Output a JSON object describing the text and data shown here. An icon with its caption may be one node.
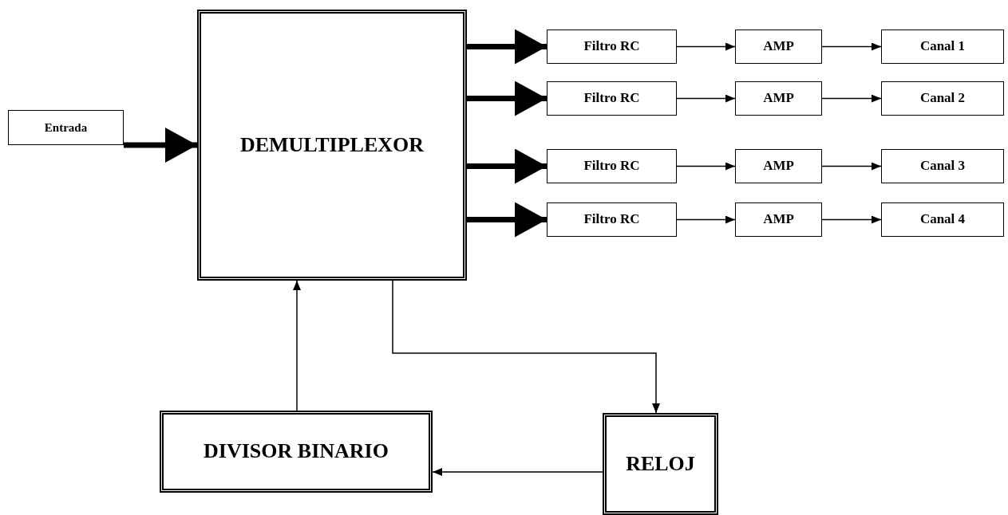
{
  "diagram": {
    "nodes": [
      {
        "text": [
          "Entrada"
        ]
      },
      {
        "text": [
          "DEMULTIPLEXOR"
        ]
      },
      {
        "text": [
          "Filtro RC"
        ]
      },
      {
        "text": [
          "AMP"
        ]
      },
      {
        "text": [
          "Canal 1"
        ]
      },
      {
        "text": [
          "Filtro RC"
        ]
      },
      {
        "text": [
          "AMP"
        ]
      },
      {
        "text": [
          "Canal 2"
        ]
      },
      {
        "text": [
          "Filtro RC"
        ]
      },
      {
        "text": [
          "AMP"
        ]
      },
      {
        "text": [
          "Canal 3"
        ]
      },
      {
        "text": [
          "Filtro RC"
        ]
      },
      {
        "text": [
          "AMP"
        ]
      },
      {
        "text": [
          "Canal 4"
        ]
      },
      {
        "text": [
          "DIVISOR BINARIO"
        ]
      },
      {
        "text": [
          "RELOJ"
        ]
      }
    ],
    "edges": [
      {
        "from": 0,
        "to": 1,
        "arrow": "to",
        "style": "thick"
      },
      {
        "from": 1,
        "to": 2,
        "arrow": "to",
        "style": "thick"
      },
      {
        "from": 2,
        "to": 3,
        "arrow": "to"
      },
      {
        "from": 3,
        "to": 4,
        "arrow": "to"
      },
      {
        "from": 1,
        "to": 5,
        "arrow": "to",
        "style": "thick"
      },
      {
        "from": 5,
        "to": 6,
        "arrow": "to"
      },
      {
        "from": 6,
        "to": 7,
        "arrow": "to"
      },
      {
        "from": 1,
        "to": 8,
        "arrow": "to",
        "style": "thick"
      },
      {
        "from": 8,
        "to": 9,
        "arrow": "to"
      },
      {
        "from": 9,
        "to": 10,
        "arrow": "to"
      },
      {
        "from": 1,
        "to": 11,
        "arrow": "to",
        "style": "thick"
      },
      {
        "from": 11,
        "to": 12,
        "arrow": "to"
      },
      {
        "from": 12,
        "to": 13,
        "arrow": "to"
      },
      {
        "from": 1,
        "to": 15,
        "arrow": "to"
      },
      {
        "from": 15,
        "to": 14,
        "arrow": "to"
      },
      {
        "from": 14,
        "to": 1,
        "arrow": "to"
      }
    ]
  }
}
